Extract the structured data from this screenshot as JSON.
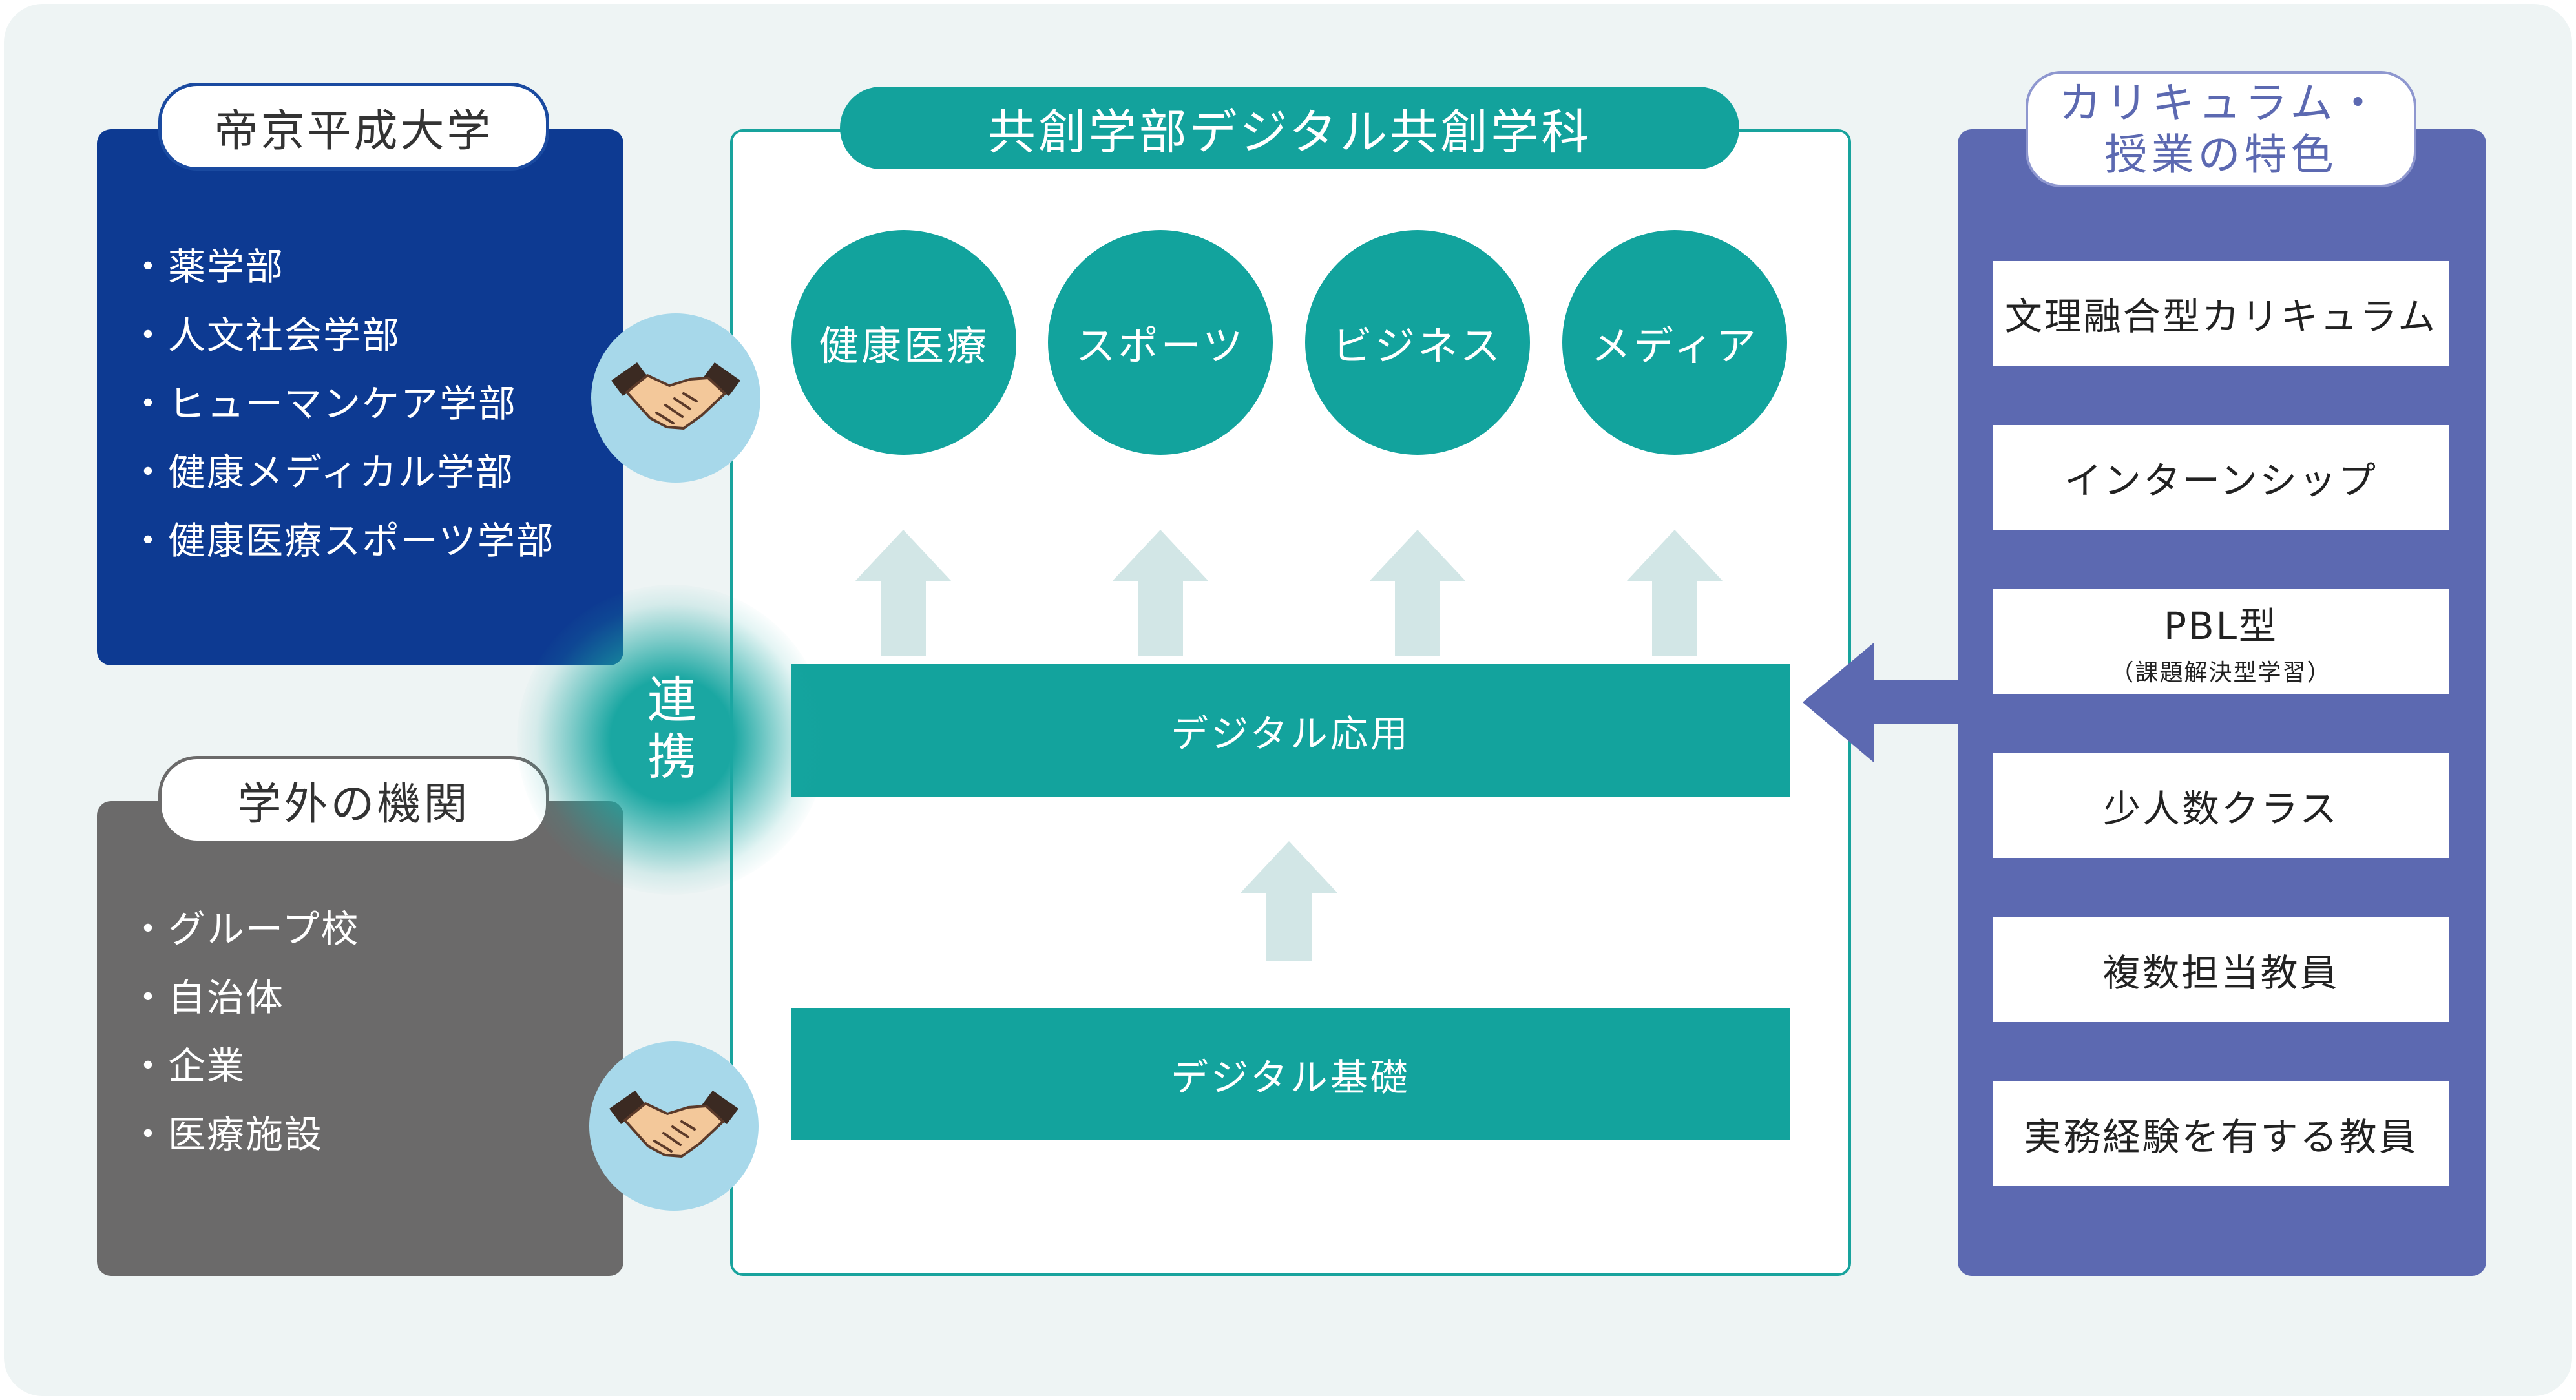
{
  "university": {
    "title": "帝京平成大学",
    "items": [
      "薬学部",
      "人文社会学部",
      "ヒューマンケア学部",
      "健康メディカル学部",
      "健康医療スポーツ学部"
    ]
  },
  "external": {
    "title": "学外の機関",
    "items": [
      "グループ校",
      "自治体",
      "企業",
      "医療施設"
    ]
  },
  "link_label": "連携",
  "department": {
    "title": "共創学部デジタル共創学科",
    "fields": [
      "健康医療",
      "スポーツ",
      "ビジネス",
      "メディア"
    ],
    "applied": "デジタル応用",
    "basics": "デジタル基礎"
  },
  "curriculum": {
    "title_line1": "カリキュラム・",
    "title_line2": "授業の特色",
    "features": [
      {
        "label": "文理融合型カリキュラム",
        "sub": ""
      },
      {
        "label": "インターンシップ",
        "sub": ""
      },
      {
        "label": "PBL型",
        "sub": "（課題解決型学習）"
      },
      {
        "label": "少人数クラス",
        "sub": ""
      },
      {
        "label": "複数担当教員",
        "sub": ""
      },
      {
        "label": "実務経験を有する教員",
        "sub": ""
      }
    ]
  },
  "icons": [
    "handshake-icon",
    "up-arrow-icon",
    "left-arrow-icon"
  ],
  "colors": {
    "university": "#0d3a92",
    "external": "#6b6a6a",
    "teal": "#13a39d",
    "curriculum": "#5c69b1",
    "arrow_light": "#d2e6e6",
    "background": "#eef4f4"
  }
}
